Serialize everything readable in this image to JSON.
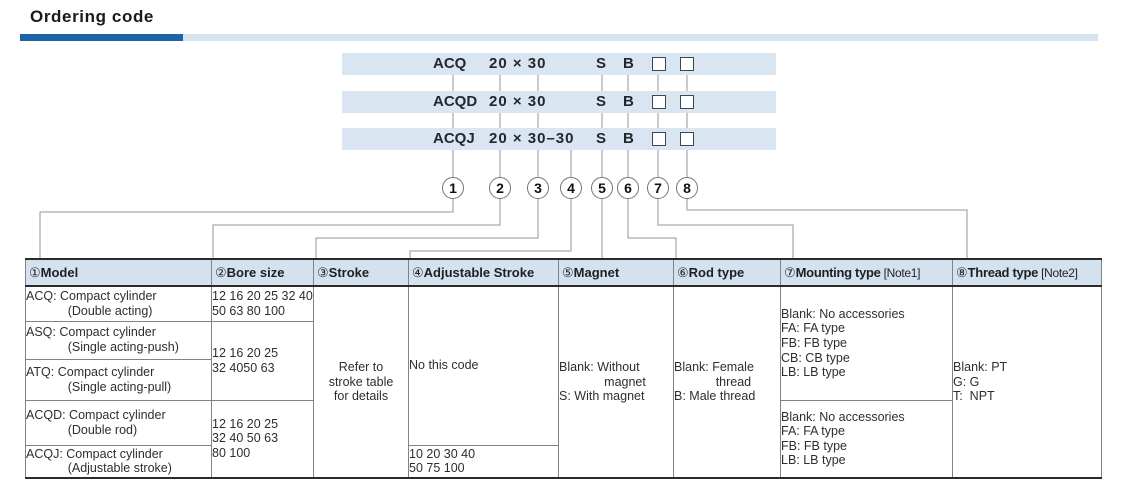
{
  "page": {
    "title": "Ordering code"
  },
  "colors": {
    "accent_dark_blue": "#1c64a7",
    "accent_light_blue": "#d6e3f0",
    "bar_blue": "#d9e6f2",
    "header_blue": "#d4e2f0"
  },
  "bars": [
    {
      "model": "ACQ",
      "size": "20 × 30",
      "magnet": "S",
      "rod": "B"
    },
    {
      "model": "ACQD",
      "size": "20 × 30",
      "magnet": "S",
      "rod": "B"
    },
    {
      "model": "ACQJ",
      "size": "20 × 30–30",
      "magnet": "S",
      "rod": "B"
    }
  ],
  "circles": [
    "1",
    "2",
    "3",
    "4",
    "5",
    "6",
    "7",
    "8"
  ],
  "table": {
    "headers": [
      {
        "num": "①",
        "label": "Model",
        "note": ""
      },
      {
        "num": "②",
        "label": "Bore size",
        "note": ""
      },
      {
        "num": "③",
        "label": "Stroke",
        "note": ""
      },
      {
        "num": "④",
        "label": "Adjustable Stroke",
        "note": ""
      },
      {
        "num": "⑤",
        "label": "Magnet",
        "note": ""
      },
      {
        "num": "⑥",
        "label": "Rod type",
        "note": ""
      },
      {
        "num": "⑦",
        "label": "Mounting type",
        "note": " [Note1]"
      },
      {
        "num": "⑧",
        "label": "Thread type",
        "note": " [Note2]"
      }
    ],
    "cells": {
      "model_acq": "ACQ: Compact cylinder\n            (Double acting)",
      "model_asq": "ASQ: Compact cylinder\n            (Single acting-push)",
      "model_atq": "ATQ: Compact cylinder\n            (Single acting-pull)",
      "model_acqd": "ACQD: Compact cylinder\n            (Double rod)",
      "model_acqj": "ACQJ: Compact cylinder\n            (Adjustable stroke)",
      "bore_acq": "12 16 20 25 32 40\n50 63 80 100",
      "bore_asq_atq": "12 16 20 25\n32 4050 63",
      "bore_acqd_acqj": "12 16 20 25\n32 40 50 63\n80 100",
      "stroke": "Refer to\nstroke table\nfor details",
      "adjustable_main": "No this code",
      "adjustable_acqj": "10 20 30 40\n50 75 100",
      "magnet": "Blank: Without\n             magnet\nS: With magnet",
      "rod": "Blank: Female\n            thread\nB: Male thread",
      "mounting_top": "Blank: No accessories\nFA: FA type\nFB: FB type\nCB: CB type\nLB: LB type",
      "mounting_bottom": "Blank: No accessories\nFA: FA type\nFB: FB type\nLB: LB type",
      "thread": "Blank: PT\nG: G\nT:  NPT"
    }
  }
}
